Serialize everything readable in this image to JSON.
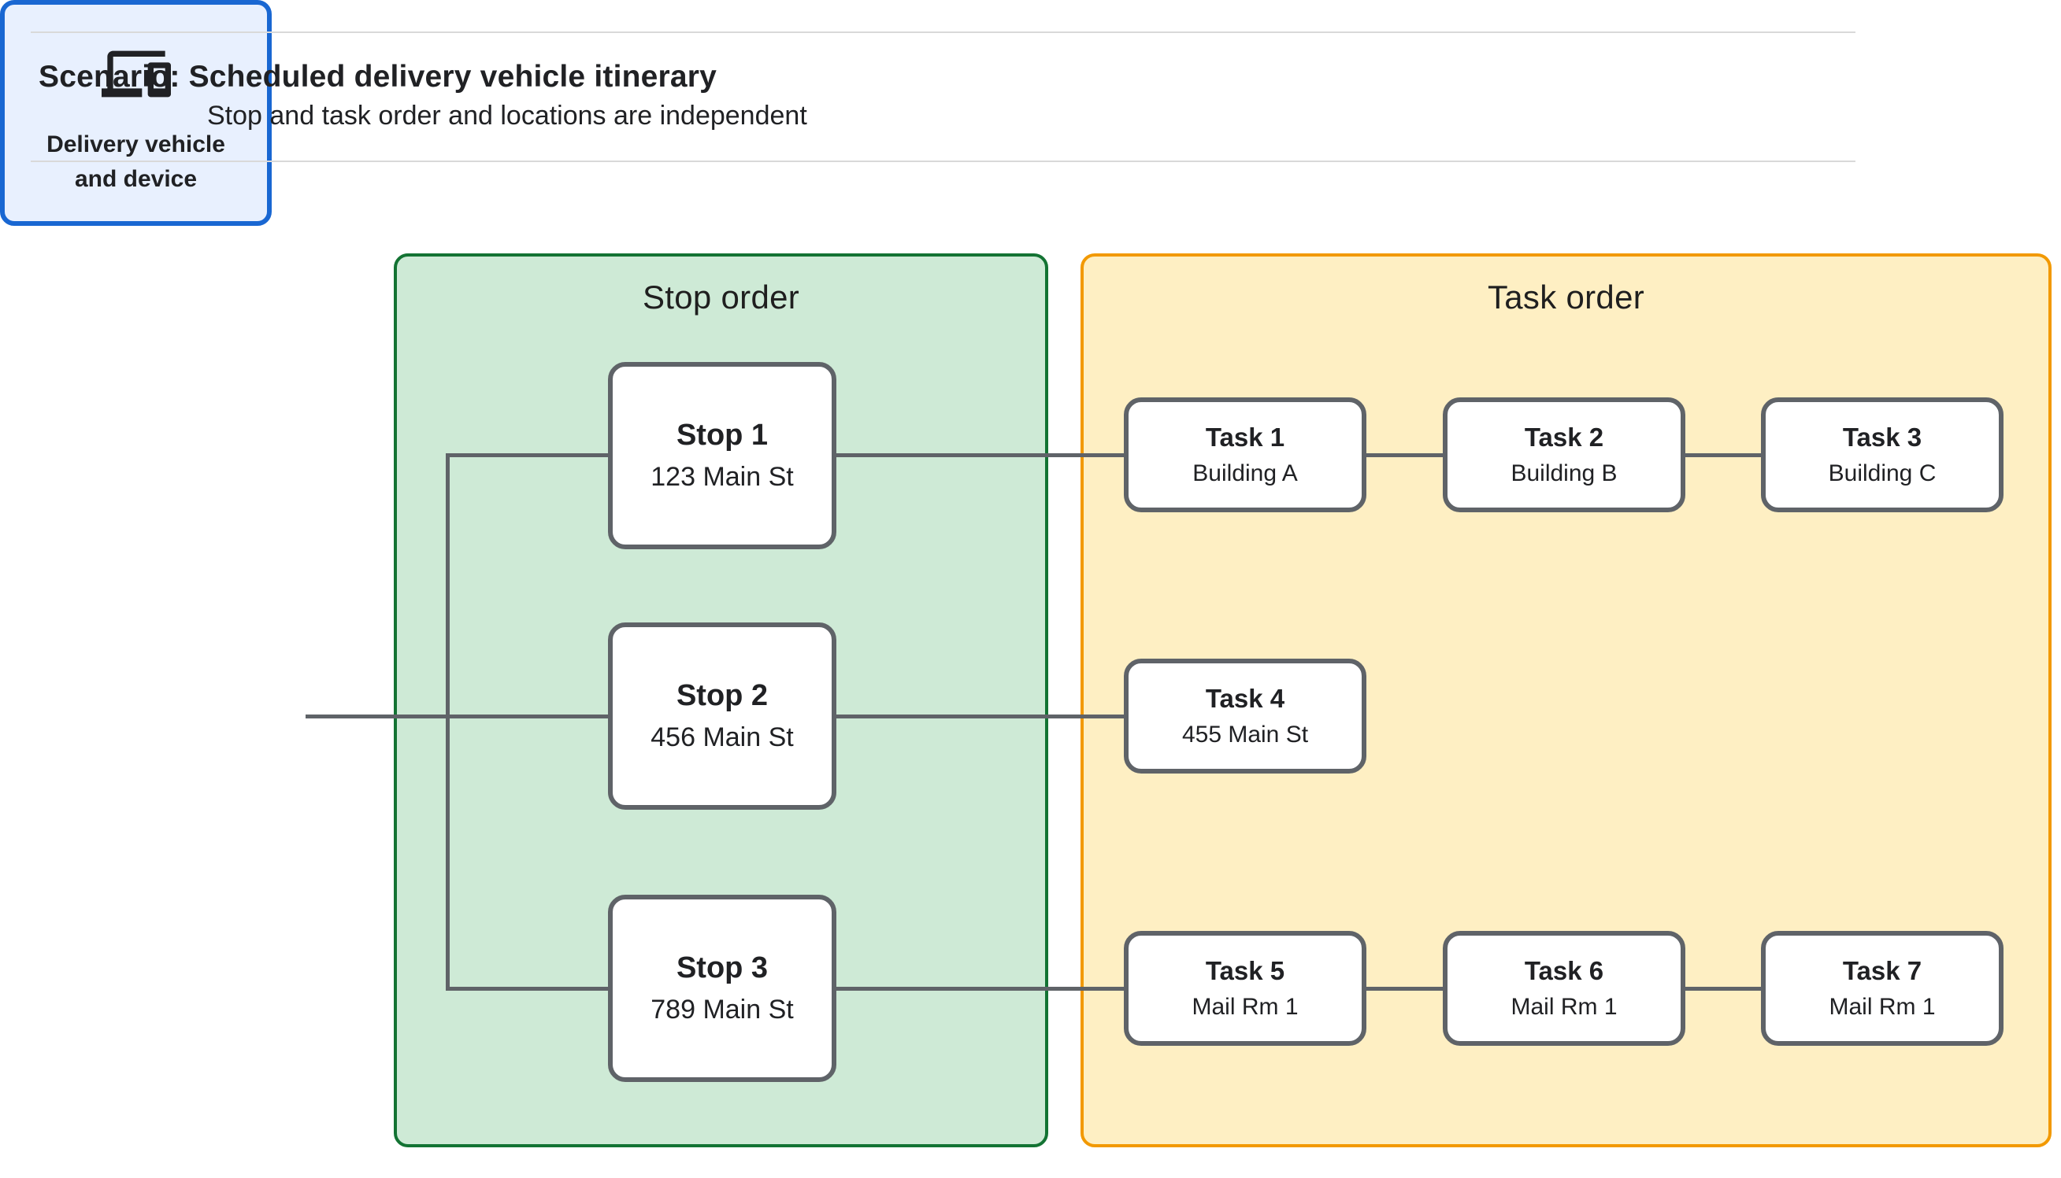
{
  "header": {
    "title": "Scenario: Scheduled delivery vehicle itinerary",
    "subtitle": "Stop and task order and locations are independent"
  },
  "source": {
    "label": "Delivery vehicle and device",
    "icon": "devices-icon"
  },
  "panels": {
    "stop": {
      "title": "Stop order"
    },
    "task": {
      "title": "Task order"
    }
  },
  "stops": [
    {
      "title": "Stop 1",
      "location": "123 Main St"
    },
    {
      "title": "Stop 2",
      "location": "456 Main St"
    },
    {
      "title": "Stop 3",
      "location": "789 Main St"
    }
  ],
  "tasks": [
    {
      "title": "Task 1",
      "location": "Building A"
    },
    {
      "title": "Task 2",
      "location": "Building B"
    },
    {
      "title": "Task 3",
      "location": "Building C"
    },
    {
      "title": "Task 4",
      "location": "455 Main St"
    },
    {
      "title": "Task 5",
      "location": "Mail Rm 1"
    },
    {
      "title": "Task 6",
      "location": "Mail Rm 1"
    },
    {
      "title": "Task 7",
      "location": "Mail Rm 1"
    }
  ],
  "colors": {
    "stop_panel_fill": "#ceead6",
    "stop_panel_border": "#137333",
    "task_panel_fill": "#feefc3",
    "task_panel_border": "#f29900",
    "source_fill": "#e8f0fe",
    "source_border": "#1967d2",
    "node_border": "#5f6368",
    "connector": "#5f6368",
    "text": "#202124",
    "divider": "#d9d9d9"
  }
}
